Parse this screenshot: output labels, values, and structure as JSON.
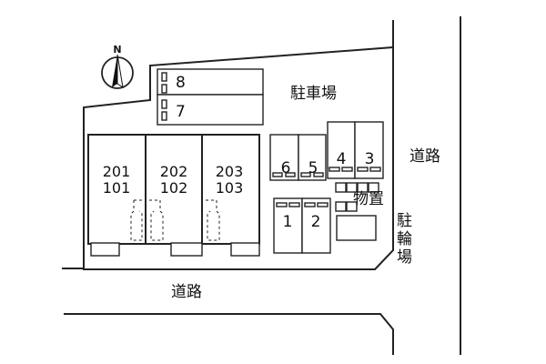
{
  "compass": {
    "label": "N"
  },
  "parking_title": "駐車場",
  "road_east": "道路",
  "road_south": "道路",
  "storage": "物置",
  "bike_parking": [
    "駐",
    "輪",
    "場"
  ],
  "top_spaces": [
    "8",
    "7"
  ],
  "buildings": [
    {
      "upper": "201",
      "lower": "101"
    },
    {
      "upper": "202",
      "lower": "102"
    },
    {
      "upper": "203",
      "lower": "103"
    }
  ],
  "middle_spaces": [
    "6",
    "5"
  ],
  "right_spaces": [
    "4",
    "3"
  ],
  "bottom_spaces": [
    "1",
    "2"
  ]
}
